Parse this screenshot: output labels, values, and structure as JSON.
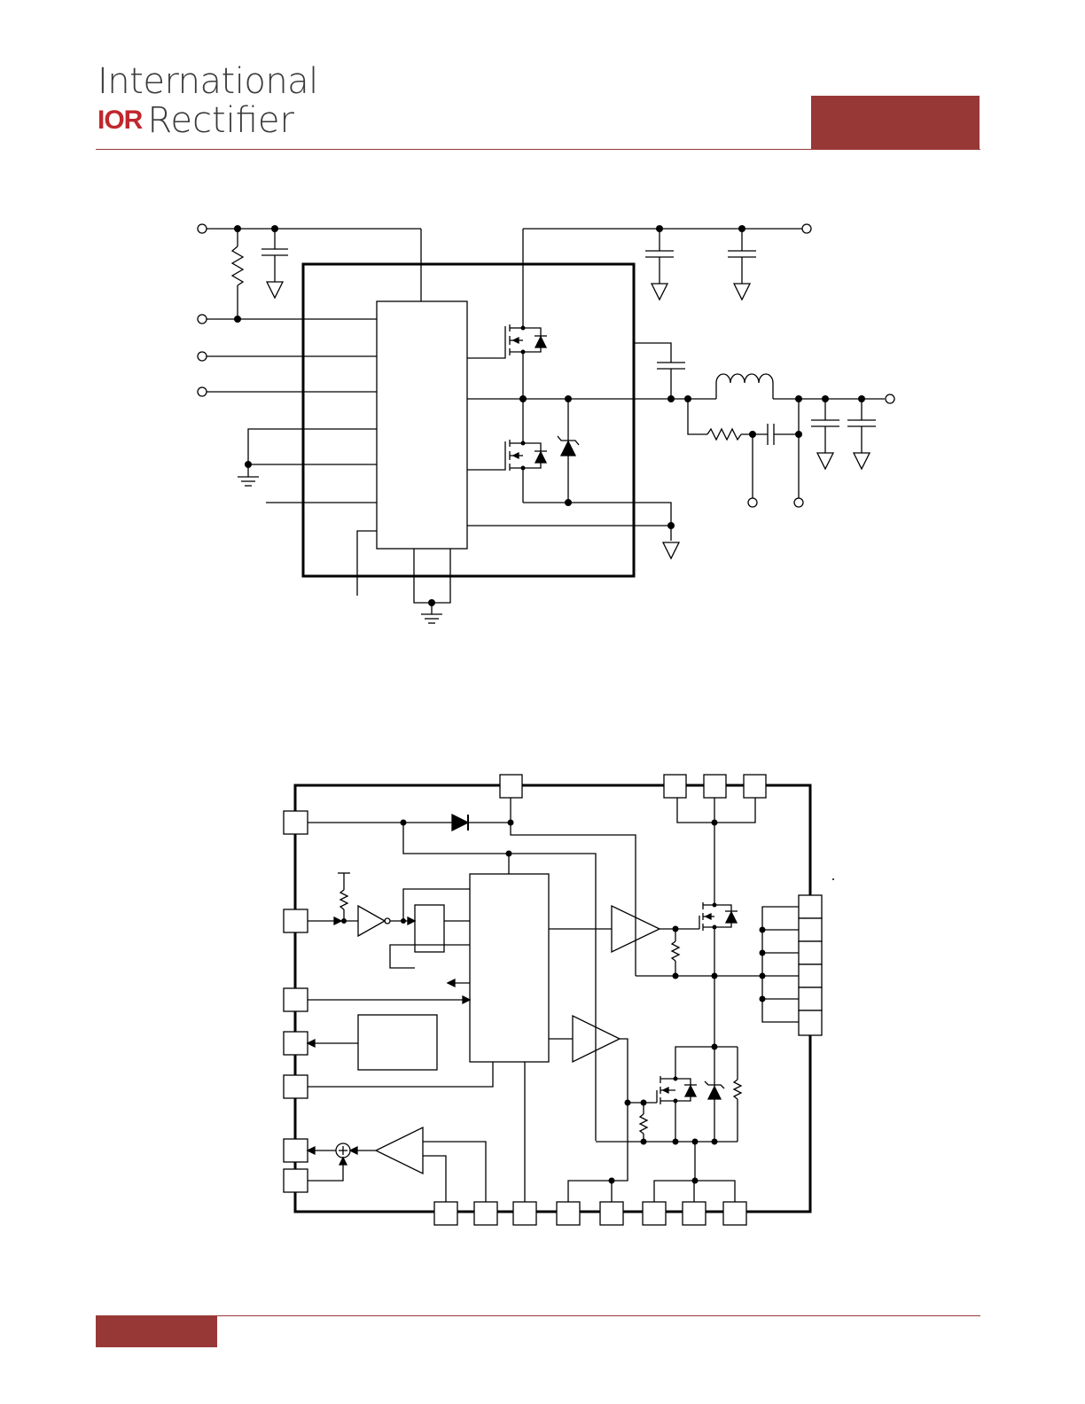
{
  "header": {
    "logo_line1": "International",
    "logo_mark": "IOR",
    "logo_line2": "Rectifier",
    "accent_color": "#983836"
  },
  "figures": {
    "application_circuit": {
      "icons": [
        "resistor-icon",
        "capacitor-icon",
        "inductor-icon",
        "mosfet-icon",
        "diode-icon",
        "ground-icon"
      ]
    },
    "block_diagram": {
      "icons": [
        "diode-icon",
        "inverter-icon",
        "amplifier-icon",
        "mosfet-icon",
        "summing-junction-icon",
        "pin-box-icon"
      ]
    }
  }
}
